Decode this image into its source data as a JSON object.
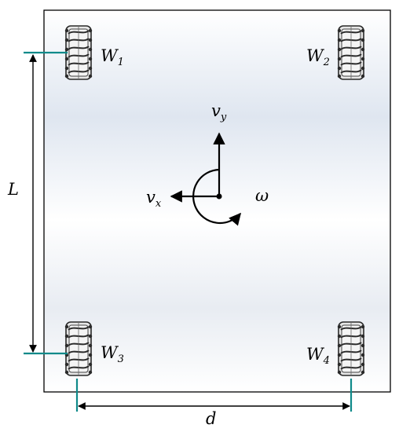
{
  "diagram": {
    "colors": {
      "plate_stroke": "#000000",
      "plate_fill_light": "#ffffff",
      "plate_fill_shade": "#dde4ee",
      "dimension_teal": "#0f8a8a",
      "arrow": "#000000",
      "wheel_dark": "#2a2a2a",
      "wheel_light": "#d8d8d8"
    },
    "wheels": [
      {
        "id": "w1",
        "letter": "W",
        "index": "1"
      },
      {
        "id": "w2",
        "letter": "W",
        "index": "2"
      },
      {
        "id": "w3",
        "letter": "W",
        "index": "3"
      },
      {
        "id": "w4",
        "letter": "W",
        "index": "4"
      }
    ],
    "velocity": {
      "vy": {
        "symbol": "v",
        "sub": "y"
      },
      "vx": {
        "symbol": "v",
        "sub": "x"
      },
      "omega": "ω"
    },
    "dimensions": {
      "L": "L",
      "d": "d"
    },
    "icons": [
      "mecanum-wheel-icon",
      "arrow-up-icon",
      "arrow-left-icon",
      "rotation-arrow-icon"
    ]
  }
}
